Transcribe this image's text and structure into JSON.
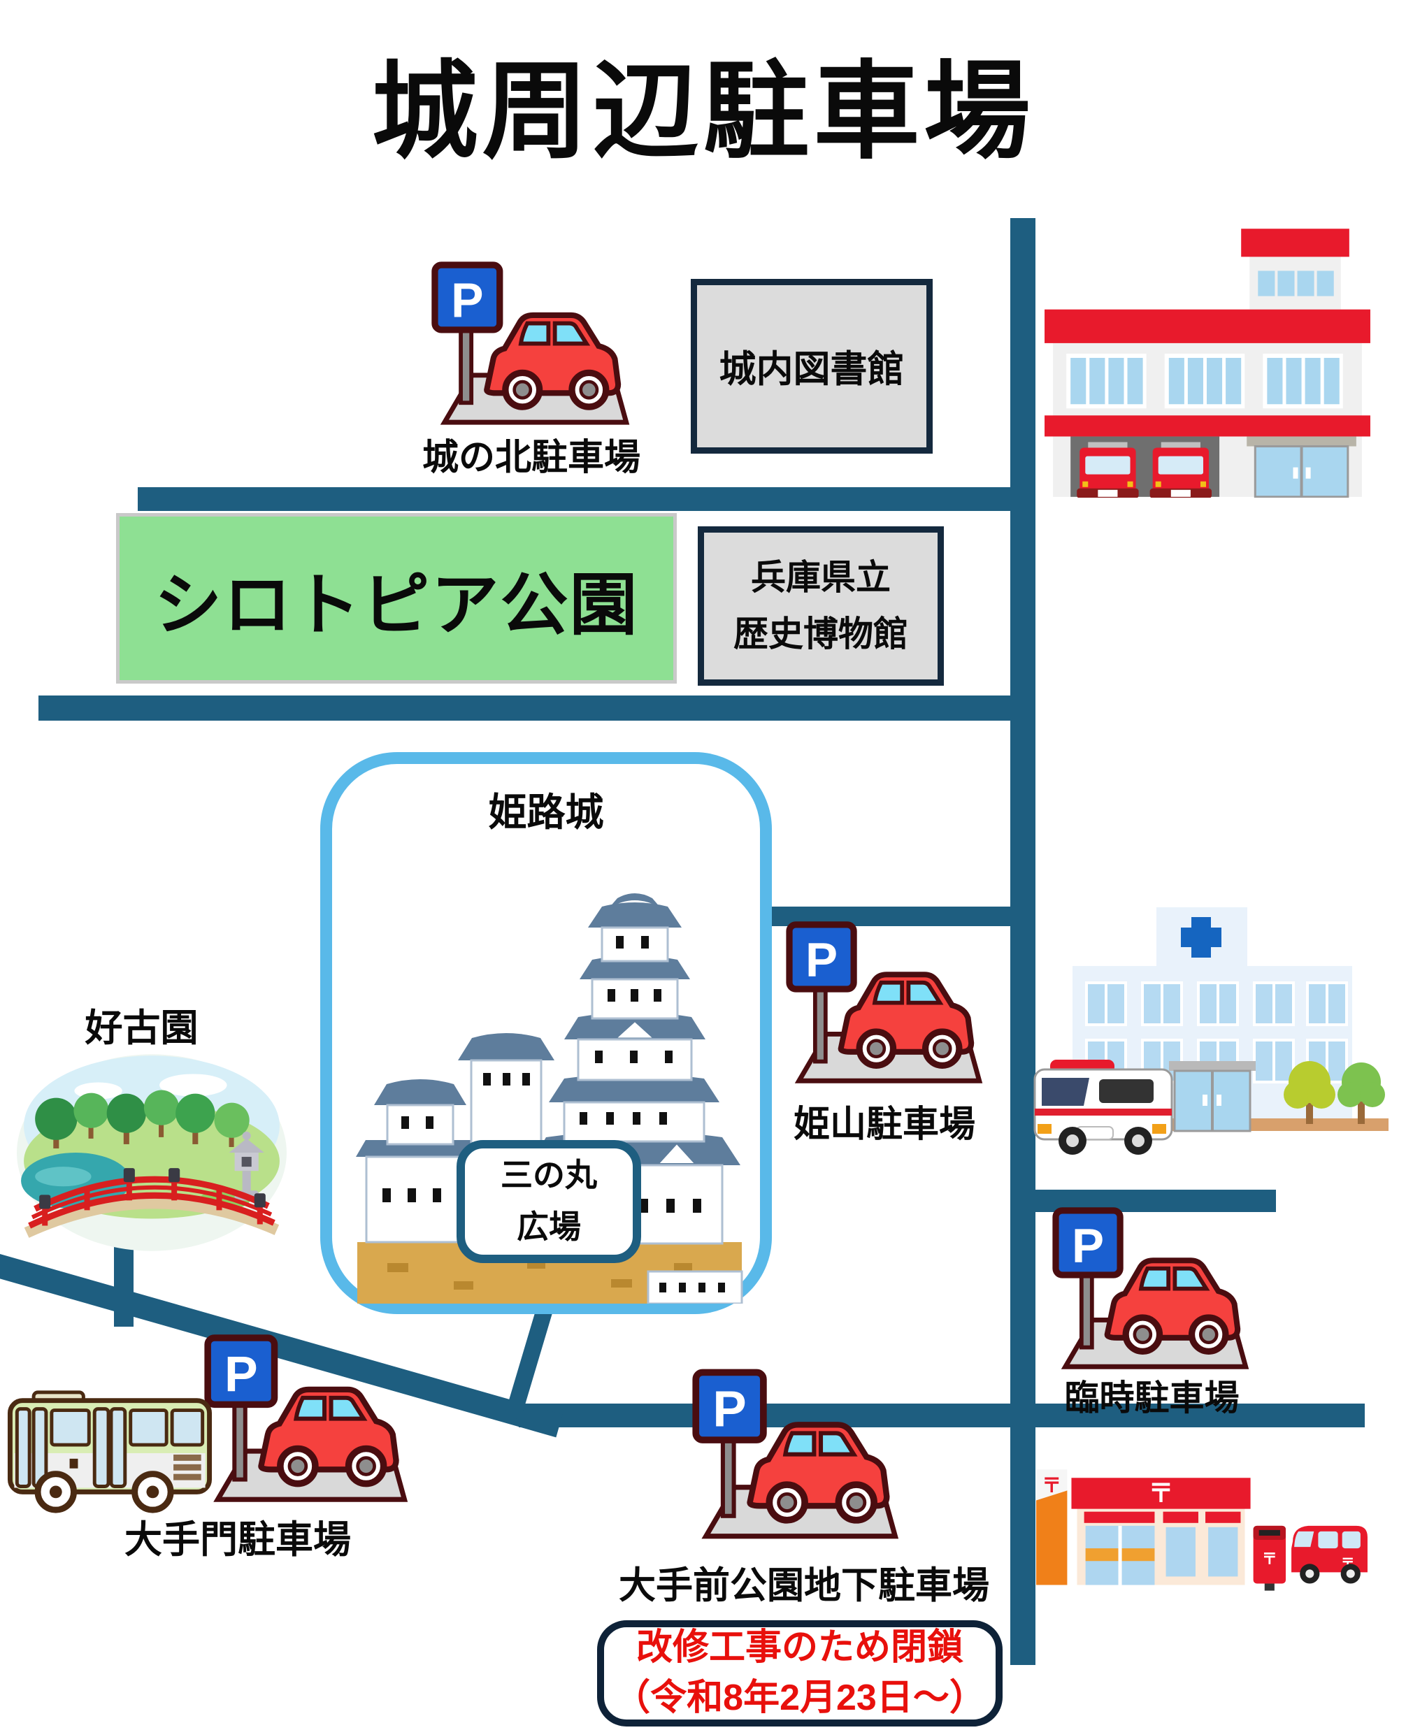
{
  "title": "城周辺駐車場",
  "icons": {
    "parking_letter": "P",
    "postal_mark": "〒"
  },
  "places": {
    "shironokita": {
      "label": "城の北駐車場"
    },
    "library": {
      "label": "城内図書館"
    },
    "shirotopia": {
      "label": "シロトピア公園"
    },
    "museum": {
      "line1": "兵庫県立",
      "line2": "歴史博物館"
    },
    "castle": {
      "label": "姫路城"
    },
    "sannomaru": {
      "line1": "三の丸",
      "line2": "広場"
    },
    "kokoen": {
      "label": "好古園"
    },
    "himeyama": {
      "label": "姫山駐車場"
    },
    "rinji": {
      "label": "臨時駐車場"
    },
    "otemon": {
      "label": "大手門駐車場"
    },
    "otemae": {
      "label": "大手前公園地下駐車場"
    },
    "closure": {
      "line1": "改修工事のため閉鎖",
      "line2": "（令和8年2月23日～）"
    }
  },
  "colors": {
    "road": "#1e5e80",
    "park_green": "#8ee093",
    "building_gray": "#dcdcdc",
    "box_border_navy": "#14293e",
    "castle_border_blue": "#59b9e9",
    "closure_text_red": "#e8100c",
    "parking_sign_blue": "#1a5fd0",
    "car_red": "#f5413e",
    "outline_maroon": "#4a0d10"
  }
}
